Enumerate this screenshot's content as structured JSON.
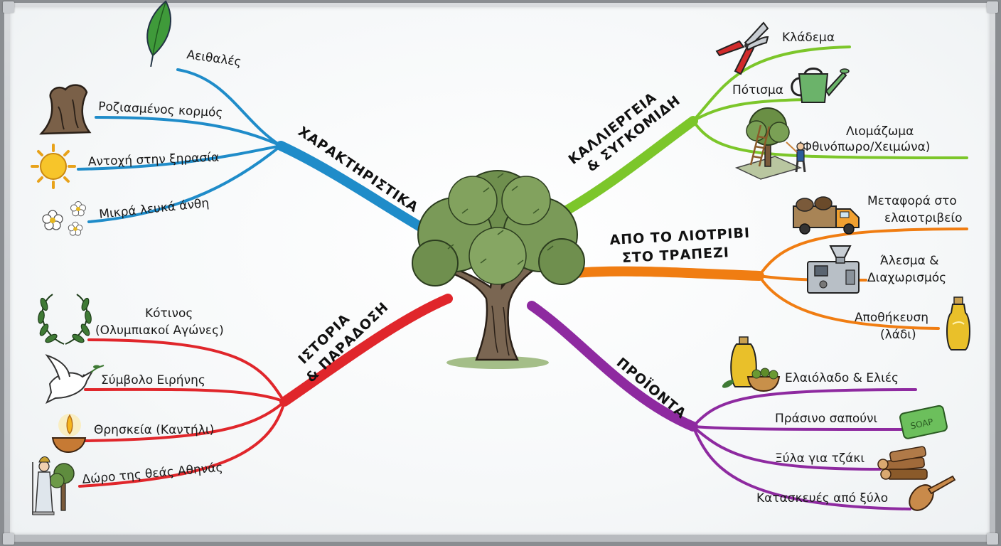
{
  "branches": {
    "characteristics": {
      "title": "ΧΑΡΑΚΤΗΡΙΣΤΙΚΑ",
      "color": "#1f8cc9",
      "items": [
        "Αειθαλές",
        "Ροζιασμένος κορμός",
        "Αντοχή στην ξηρασία",
        "Μικρά λευκά άνθη"
      ],
      "icons": [
        "leaf-icon",
        "gnarled-trunk-icon",
        "sun-icon",
        "white-flowers-icon"
      ]
    },
    "cultivation": {
      "title_line1": "ΚΑΛΛΙΕΡΓΕΙΑ",
      "title_line2": "& ΣΥΓΚΟΜΙΔΗ",
      "color": "#7cc62a",
      "items": [
        "Κλάδεμα",
        "Πότισμα",
        "Λιομάζωμα",
        "(Φθινόπωρο/Χειμώνα)"
      ],
      "icons": [
        "pruning-shears-icon",
        "watering-can-icon",
        "olive-harvest-icon"
      ]
    },
    "mill": {
      "title_line1": "ΑΠΟ ΤΟ ΛΙΟΤΡΙΒΙ",
      "title_line2": "ΣΤΟ ΤΡΑΠΕΖΙ",
      "color": "#f07d12",
      "items": [
        "Μεταφορά στο",
        "ελαιοτριβείο",
        "Άλεσμα &",
        "Διαχωρισμός",
        "Αποθήκευση",
        "(λάδι)"
      ],
      "icons": [
        "delivery-truck-icon",
        "oil-press-machine-icon",
        "oil-bottle-icon"
      ]
    },
    "history": {
      "title_line1": "ΙΣΤΟΡΙΑ",
      "title_line2": "& ΠΑΡΑΔΟΣΗ",
      "color": "#e0262b",
      "items": [
        "Κότινος",
        "(Ολυμπιακοί Αγώνες)",
        "Σύμβολο Ειρήνης",
        "Θρησκεία (Καντήλι)",
        "Δώρο της θεάς Αθηνάς"
      ],
      "icons": [
        "olive-wreath-icon",
        "peace-dove-icon",
        "oil-lamp-icon",
        "athena-statue-icon"
      ]
    },
    "products": {
      "title": "ΠΡΟΪΟΝΤΑ",
      "color": "#8e2aa0",
      "items": [
        "Ελαιόλαδο & Ελιές",
        "Πράσινο σαπούνι",
        "Ξύλα για τζάκι",
        "Κατασκευές από ξύλο"
      ],
      "icons": [
        "olive-oil-and-olives-icon",
        "green-soap-icon",
        "firewood-icon",
        "wooden-spoon-icon"
      ],
      "soap_text": "SOAP"
    }
  },
  "center": {
    "icon": "olive-tree-icon"
  }
}
